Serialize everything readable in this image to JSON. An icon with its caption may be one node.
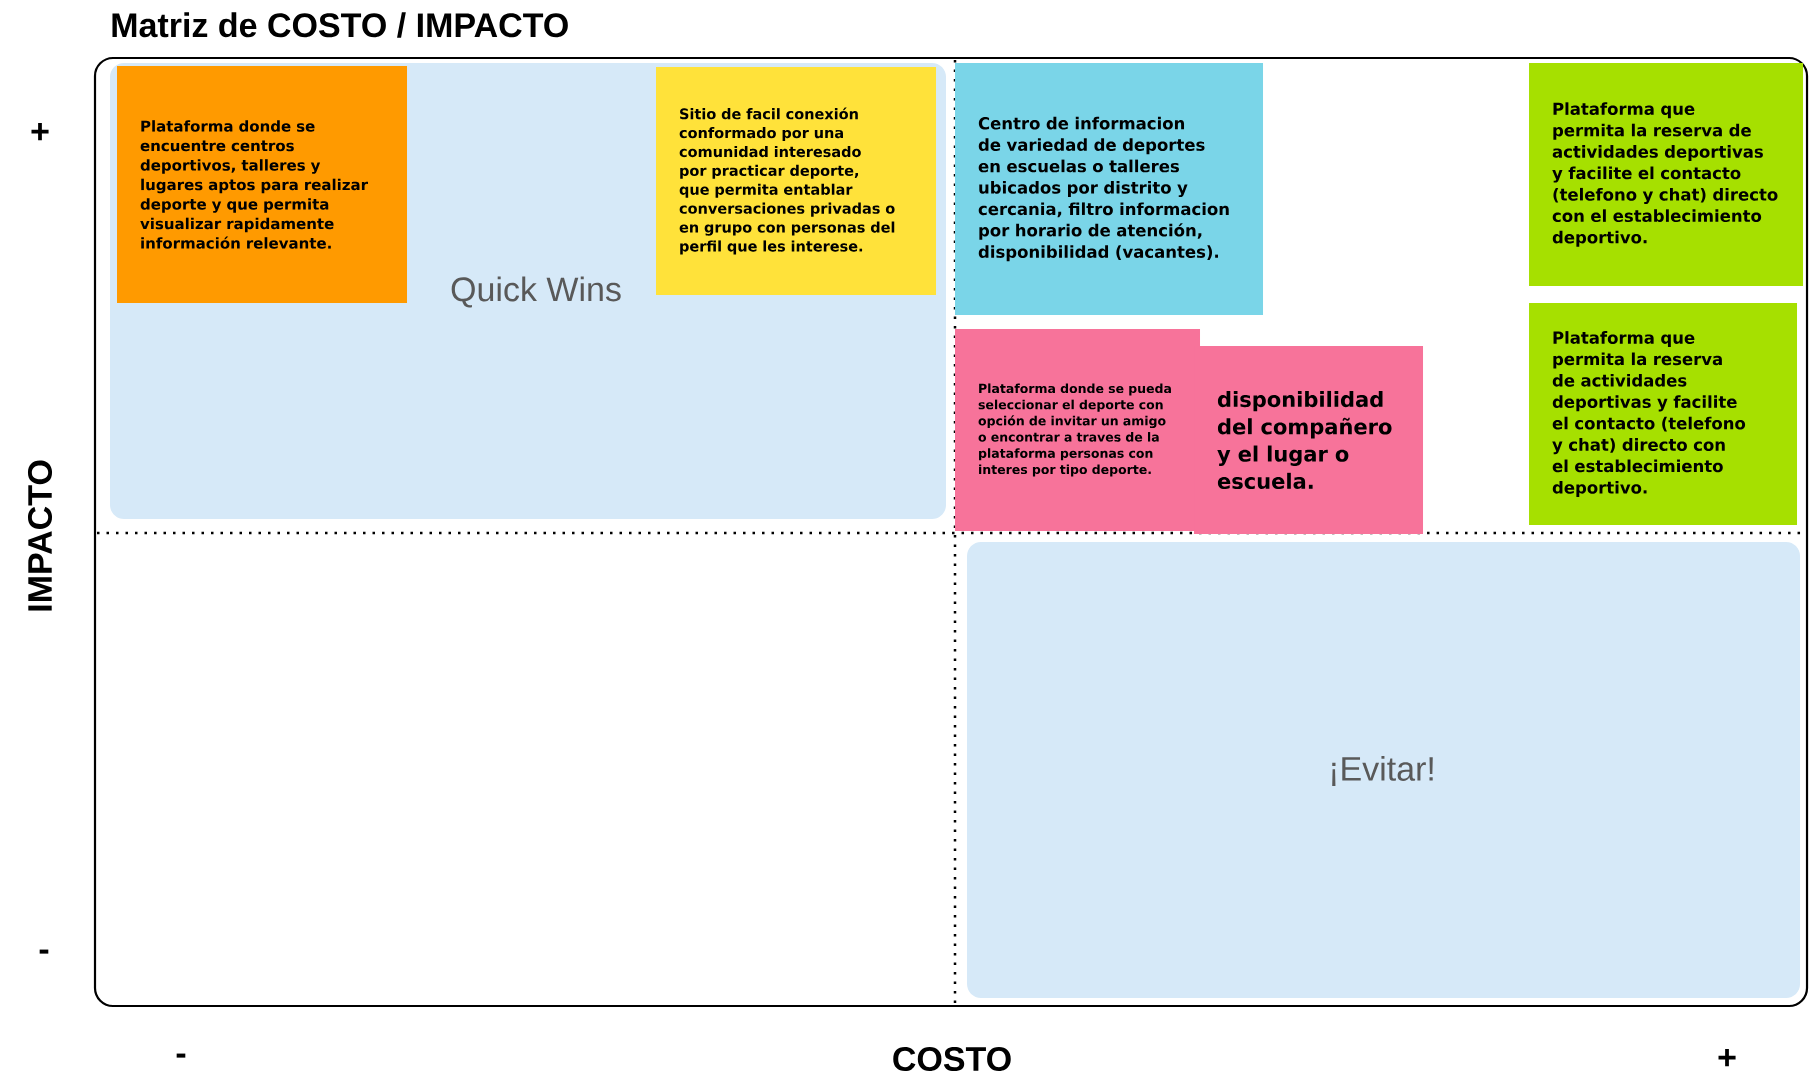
{
  "diagram": {
    "title": "Matriz de COSTO / IMPACTO",
    "nodes": [
      {
        "text": [
          "Quick Wins"
        ]
      },
      {
        "text": [
          "Plataforma donde se encuentre centros deportivos, talleres y lugares aptos para realizar deporte y que permita visualizar rapidamente información relevante."
        ],
        "in": 0
      },
      {
        "text": [
          "Sitio de facil conexión conformado por una comunidad interesado por practicar deporte, que permita entablar conversaciones privadas o en grupo con personas del perfil que les interese."
        ],
        "in": 0
      },
      {
        "text": [
          "Centro de informacion de variedad de deportes en escuelas o talleres ubicados por distrito y cercania, filtro informacion por horario de atención, disponibilidad (vacantes)."
        ]
      },
      {
        "text": [
          "Plataforma que permita la reserva de actividades deportivas y facilite el contacto (telefono y chat) directo con el establecimiento deportivo."
        ]
      },
      {
        "text": [
          "Plataforma donde se pueda seleccionar el deporte con opción de invitar un amigo o encontrar a traves de la plataforma personas con interes por tipo deporte."
        ]
      },
      {
        "text": [
          "disponibilidad del compañero y el lugar o escuela."
        ]
      },
      {
        "text": [
          "Plataforma que permita la reserva de actividades deportivas y facilite el contacto (telefono y chat) directo con el establecimiento deportivo."
        ]
      },
      {
        "text": [
          "¡Evitar!"
        ]
      }
    ],
    "labels": [
      "+",
      "IMPACTO",
      "-",
      "-",
      "COSTO",
      "+"
    ]
  }
}
